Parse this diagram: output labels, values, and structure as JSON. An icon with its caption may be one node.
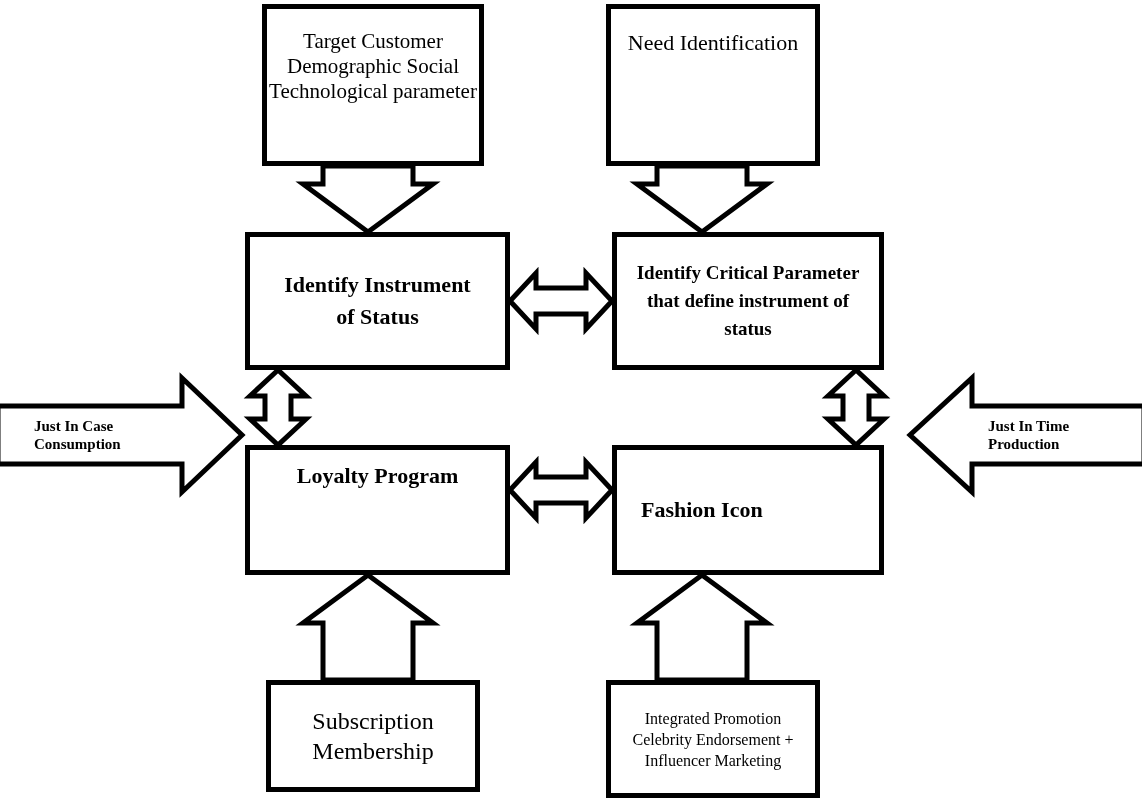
{
  "diagram": {
    "nodes": [
      {
        "text": [
          "Target Customer Demographic Social Technological parameter"
        ]
      },
      {
        "text": [
          "Need Identification"
        ]
      },
      {
        "text": [
          "Identify Instrument of Status"
        ]
      },
      {
        "text": [
          "Identify Critical Parameter that define instrument of status"
        ]
      },
      {
        "text": [
          "Just In Case Consumption"
        ]
      },
      {
        "text": [
          "Just In Time Production"
        ]
      },
      {
        "text": [
          "Loyalty Program"
        ]
      },
      {
        "text": [
          "Fashion Icon"
        ]
      },
      {
        "text": [
          "Subscription Membership"
        ]
      },
      {
        "text": [
          "Integrated Promotion Celebrity Endorsement + Influencer Marketing"
        ]
      }
    ],
    "edges": [
      {
        "from": 0,
        "to": 2,
        "arrow": "to"
      },
      {
        "from": 1,
        "to": 3,
        "arrow": "to"
      },
      {
        "from": 2,
        "to": 3,
        "arrow": "both"
      },
      {
        "from": 2,
        "to": 6,
        "arrow": "both"
      },
      {
        "from": 3,
        "to": 7,
        "arrow": "both"
      },
      {
        "from": 6,
        "to": 7,
        "arrow": "both"
      },
      {
        "from": 8,
        "to": 6,
        "arrow": "to"
      },
      {
        "from": 9,
        "to": 7,
        "arrow": "to"
      }
    ]
  }
}
